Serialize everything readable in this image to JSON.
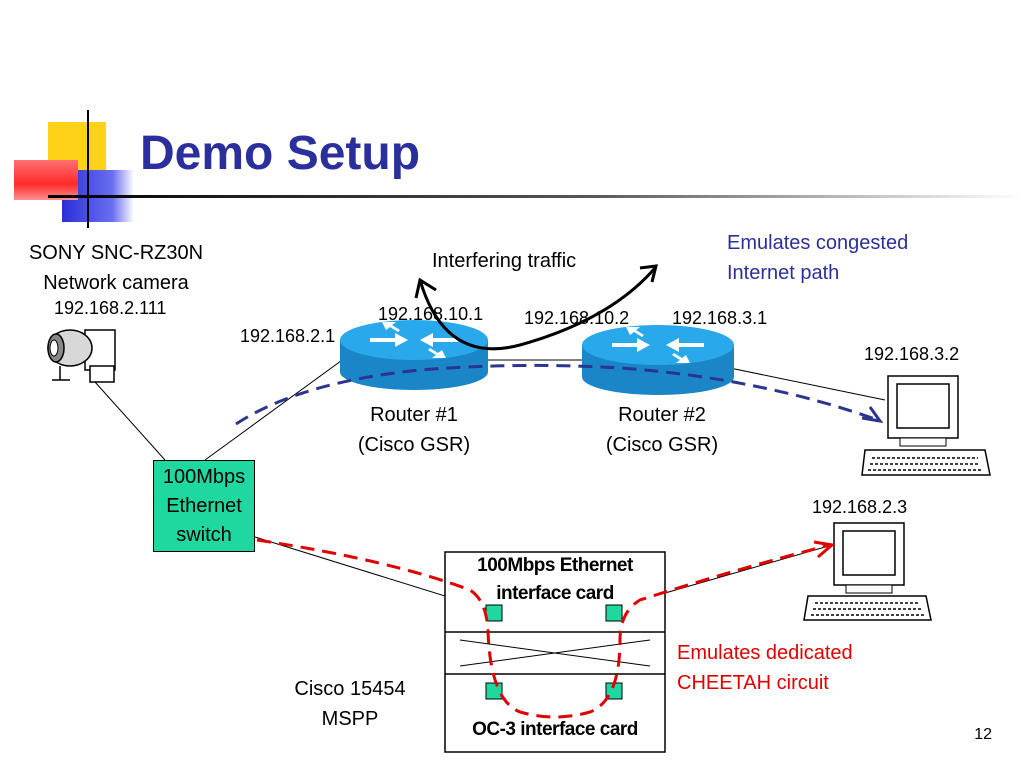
{
  "slide": {
    "title": "Demo Setup",
    "page_number": "12"
  },
  "camera": {
    "name_line1": "SONY SNC-RZ30N",
    "name_line2": "Network camera",
    "ip": "192.168.2.111"
  },
  "switch": {
    "line1": "100Mbps",
    "line2": "Ethernet",
    "line3": "switch"
  },
  "router1": {
    "label_line1": "Router #1",
    "label_line2": "(Cisco GSR)",
    "ip_left": "192.168.2.1",
    "ip_right": "192.168.10.1"
  },
  "router2": {
    "label_line1": "Router #2",
    "label_line2": "(Cisco GSR)",
    "ip_left": "192.168.10.2",
    "ip_right": "192.168.3.1"
  },
  "interfering_traffic": "Interfering traffic",
  "congested_note": {
    "line1": "Emulates congested",
    "line2": "Internet path"
  },
  "host_top": {
    "ip": "192.168.3.2"
  },
  "host_bottom": {
    "ip": "192.168.2.3"
  },
  "mspp": {
    "label_line1": "Cisco 15454",
    "label_line2": "MSPP",
    "ethernet_card_line1": "100Mbps Ethernet",
    "ethernet_card_line2": "interface card",
    "oc3_card": "OC-3 interface card"
  },
  "dedicated_note": {
    "line1": "Emulates dedicated",
    "line2": "CHEETAH circuit"
  },
  "colors": {
    "title": "#2b2f9e",
    "blue_path": "#2b3590",
    "red_path": "#e00000",
    "switch_fill": "#1fd8a0",
    "router_fill": "#1e9fe0"
  }
}
